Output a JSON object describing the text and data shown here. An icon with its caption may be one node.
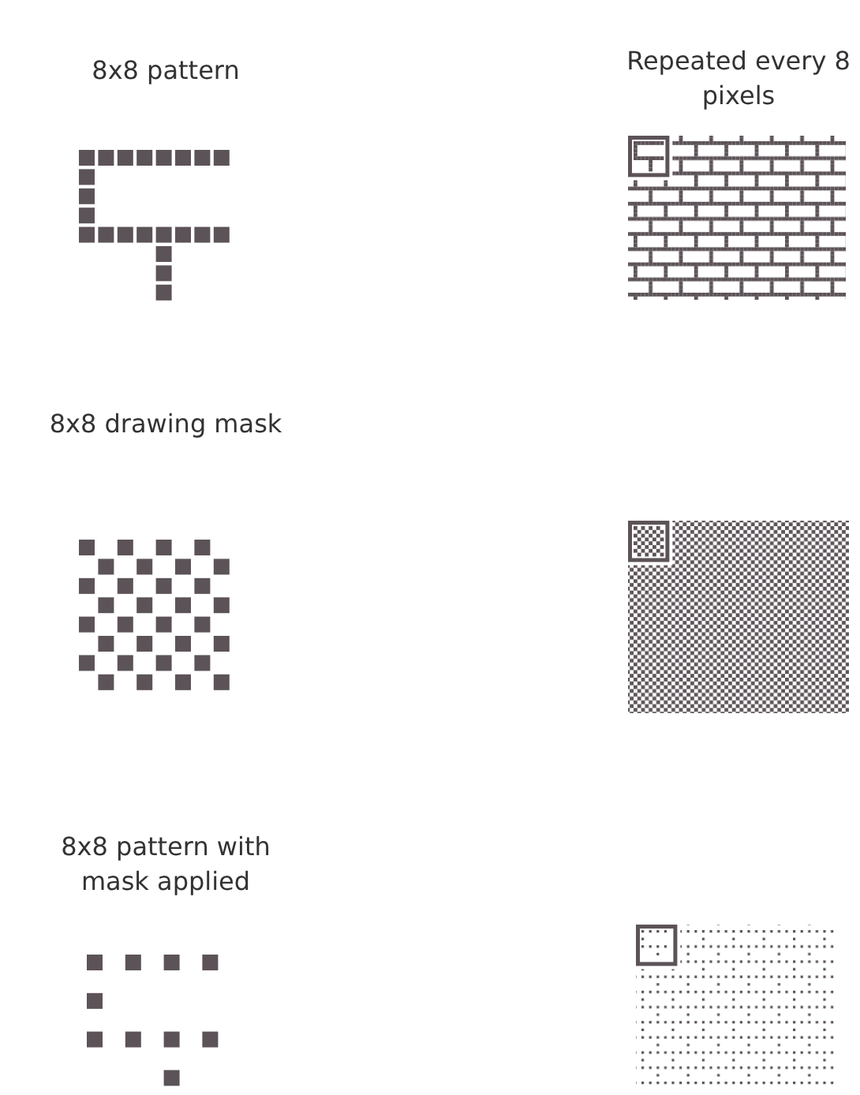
{
  "diagram": {
    "labels": [
      "8x8 pattern",
      "Repeated every 8 pixels",
      "8x8 drawing mask",
      "8x8 pattern with mask applied"
    ]
  }
}
